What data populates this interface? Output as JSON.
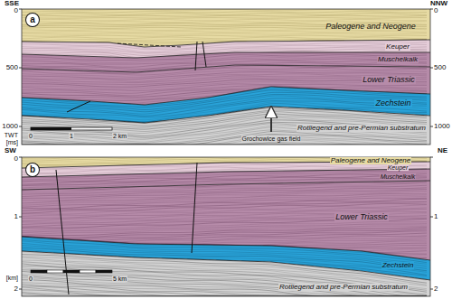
{
  "diagram": {
    "labels": [
      "a",
      "SSE",
      "NNW",
      "0",
      "500",
      "1000",
      "TWT",
      "[ms]",
      "0",
      "500",
      "1000",
      "Paleogene and Neogene",
      "Keuper",
      "Muschelkalk",
      "Lower Triassic",
      "Zechstein",
      "Rotliegend and pre-Permian substratum",
      "Grochowice gas field",
      "0",
      "1",
      "2 km",
      "b",
      "SW",
      "NE",
      "0",
      "1",
      "[km]",
      "2",
      "1",
      "2",
      "Paleogene and Neogene",
      "Keuper",
      "Muschelkalk",
      "Lower Triassic",
      "Zechstein",
      "Rotliegend and pre-Permian substratum",
      "0",
      "5 km"
    ]
  }
}
